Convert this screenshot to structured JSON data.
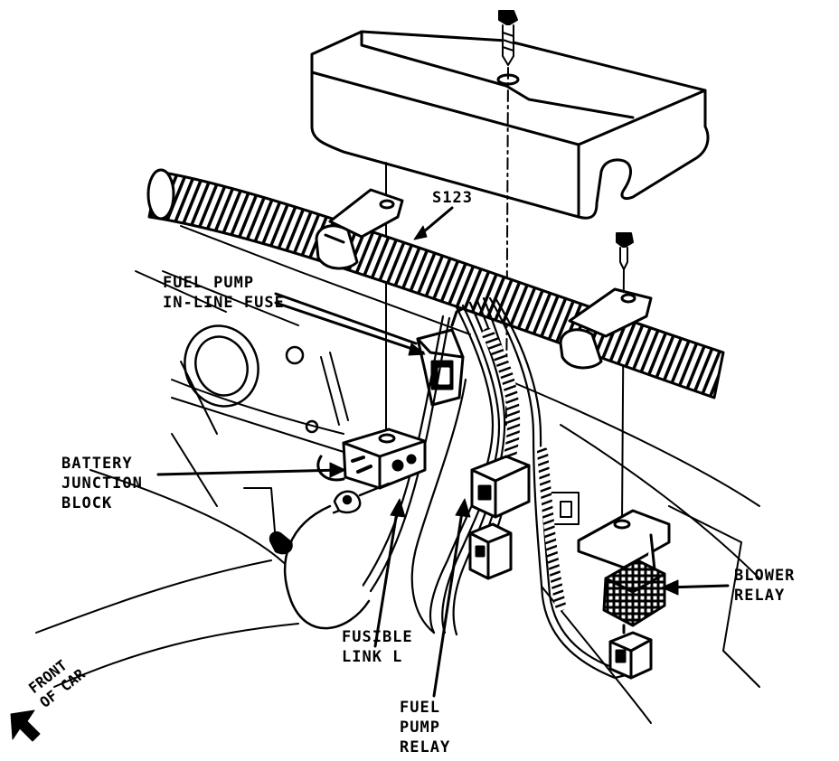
{
  "labels": {
    "s123": "S123",
    "fuse": [
      "FUEL PUMP",
      "IN-LINE FUSE"
    ],
    "battery": [
      "BATTERY",
      "JUNCTION",
      "BLOCK"
    ],
    "fusible": [
      "FUSIBLE",
      "LINK L"
    ],
    "fuel_relay": [
      "FUEL",
      "PUMP",
      "RELAY"
    ],
    "blower": [
      "BLOWER",
      "RELAY"
    ],
    "front": [
      "FRONT",
      "OF CAR"
    ]
  },
  "colors": {
    "ink": "#000000",
    "paper": "#ffffff"
  }
}
